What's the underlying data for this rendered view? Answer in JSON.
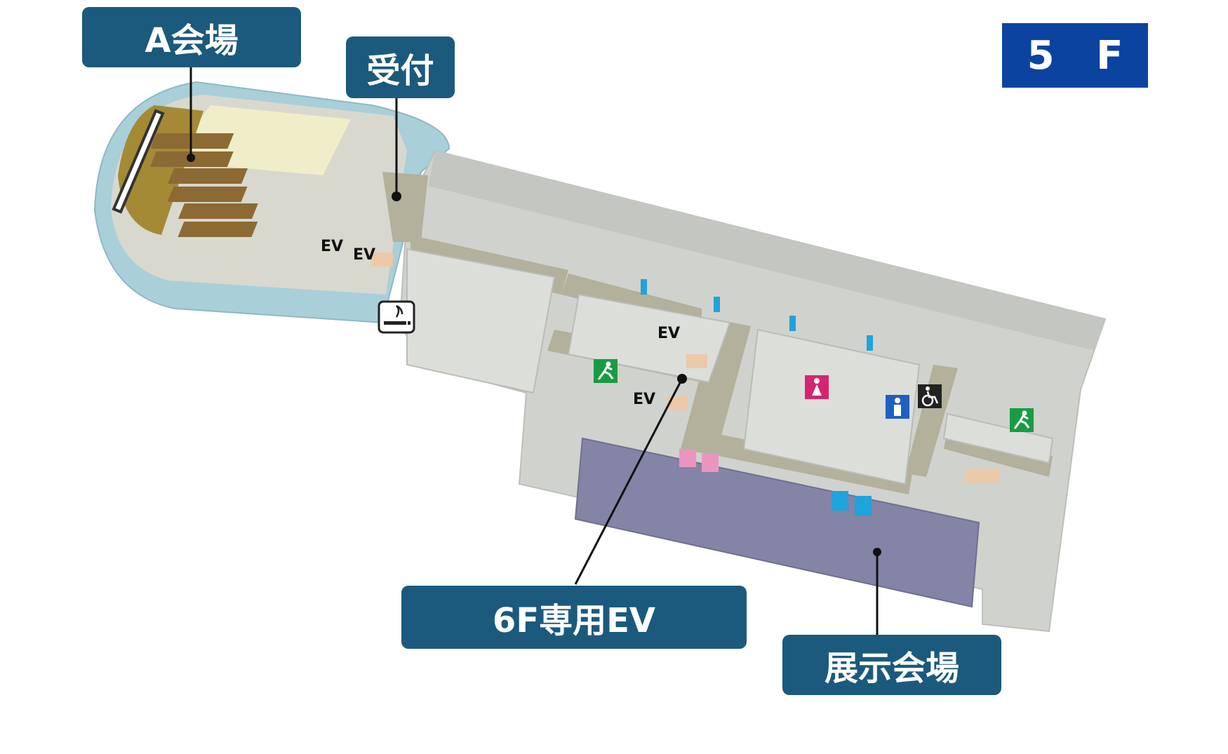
{
  "floor": {
    "label": "5 F"
  },
  "callouts": {
    "hall_a": "A会場",
    "reception": "受付",
    "ev_6f": "6F専用EV",
    "exhibition": "展示会場"
  },
  "map_labels": {
    "ev": "EV"
  },
  "icons": {
    "smoking": "smoking-area-icon",
    "exit": "emergency-exit-icon",
    "female_restroom": "female-restroom-icon",
    "male_restroom": "male-restroom-icon",
    "accessible_restroom": "wheelchair-icon"
  },
  "colors": {
    "callout_bg": "#1b5a7d",
    "floor_badge_bg": "#0a44a0",
    "floor_gray": "#cfd1cc",
    "corridor": "#b3b09b",
    "exhibition_hall": "#8484a6",
    "seating": "#8c6a33",
    "stage_floor": "#a48a35",
    "glass": "#a9cfd9",
    "exit_green": "#1a9b43",
    "female_pink": "#d6246f",
    "male_blue": "#1f5fc0",
    "pink_door": "#ea95c0",
    "blue_door": "#1ea3dc"
  }
}
